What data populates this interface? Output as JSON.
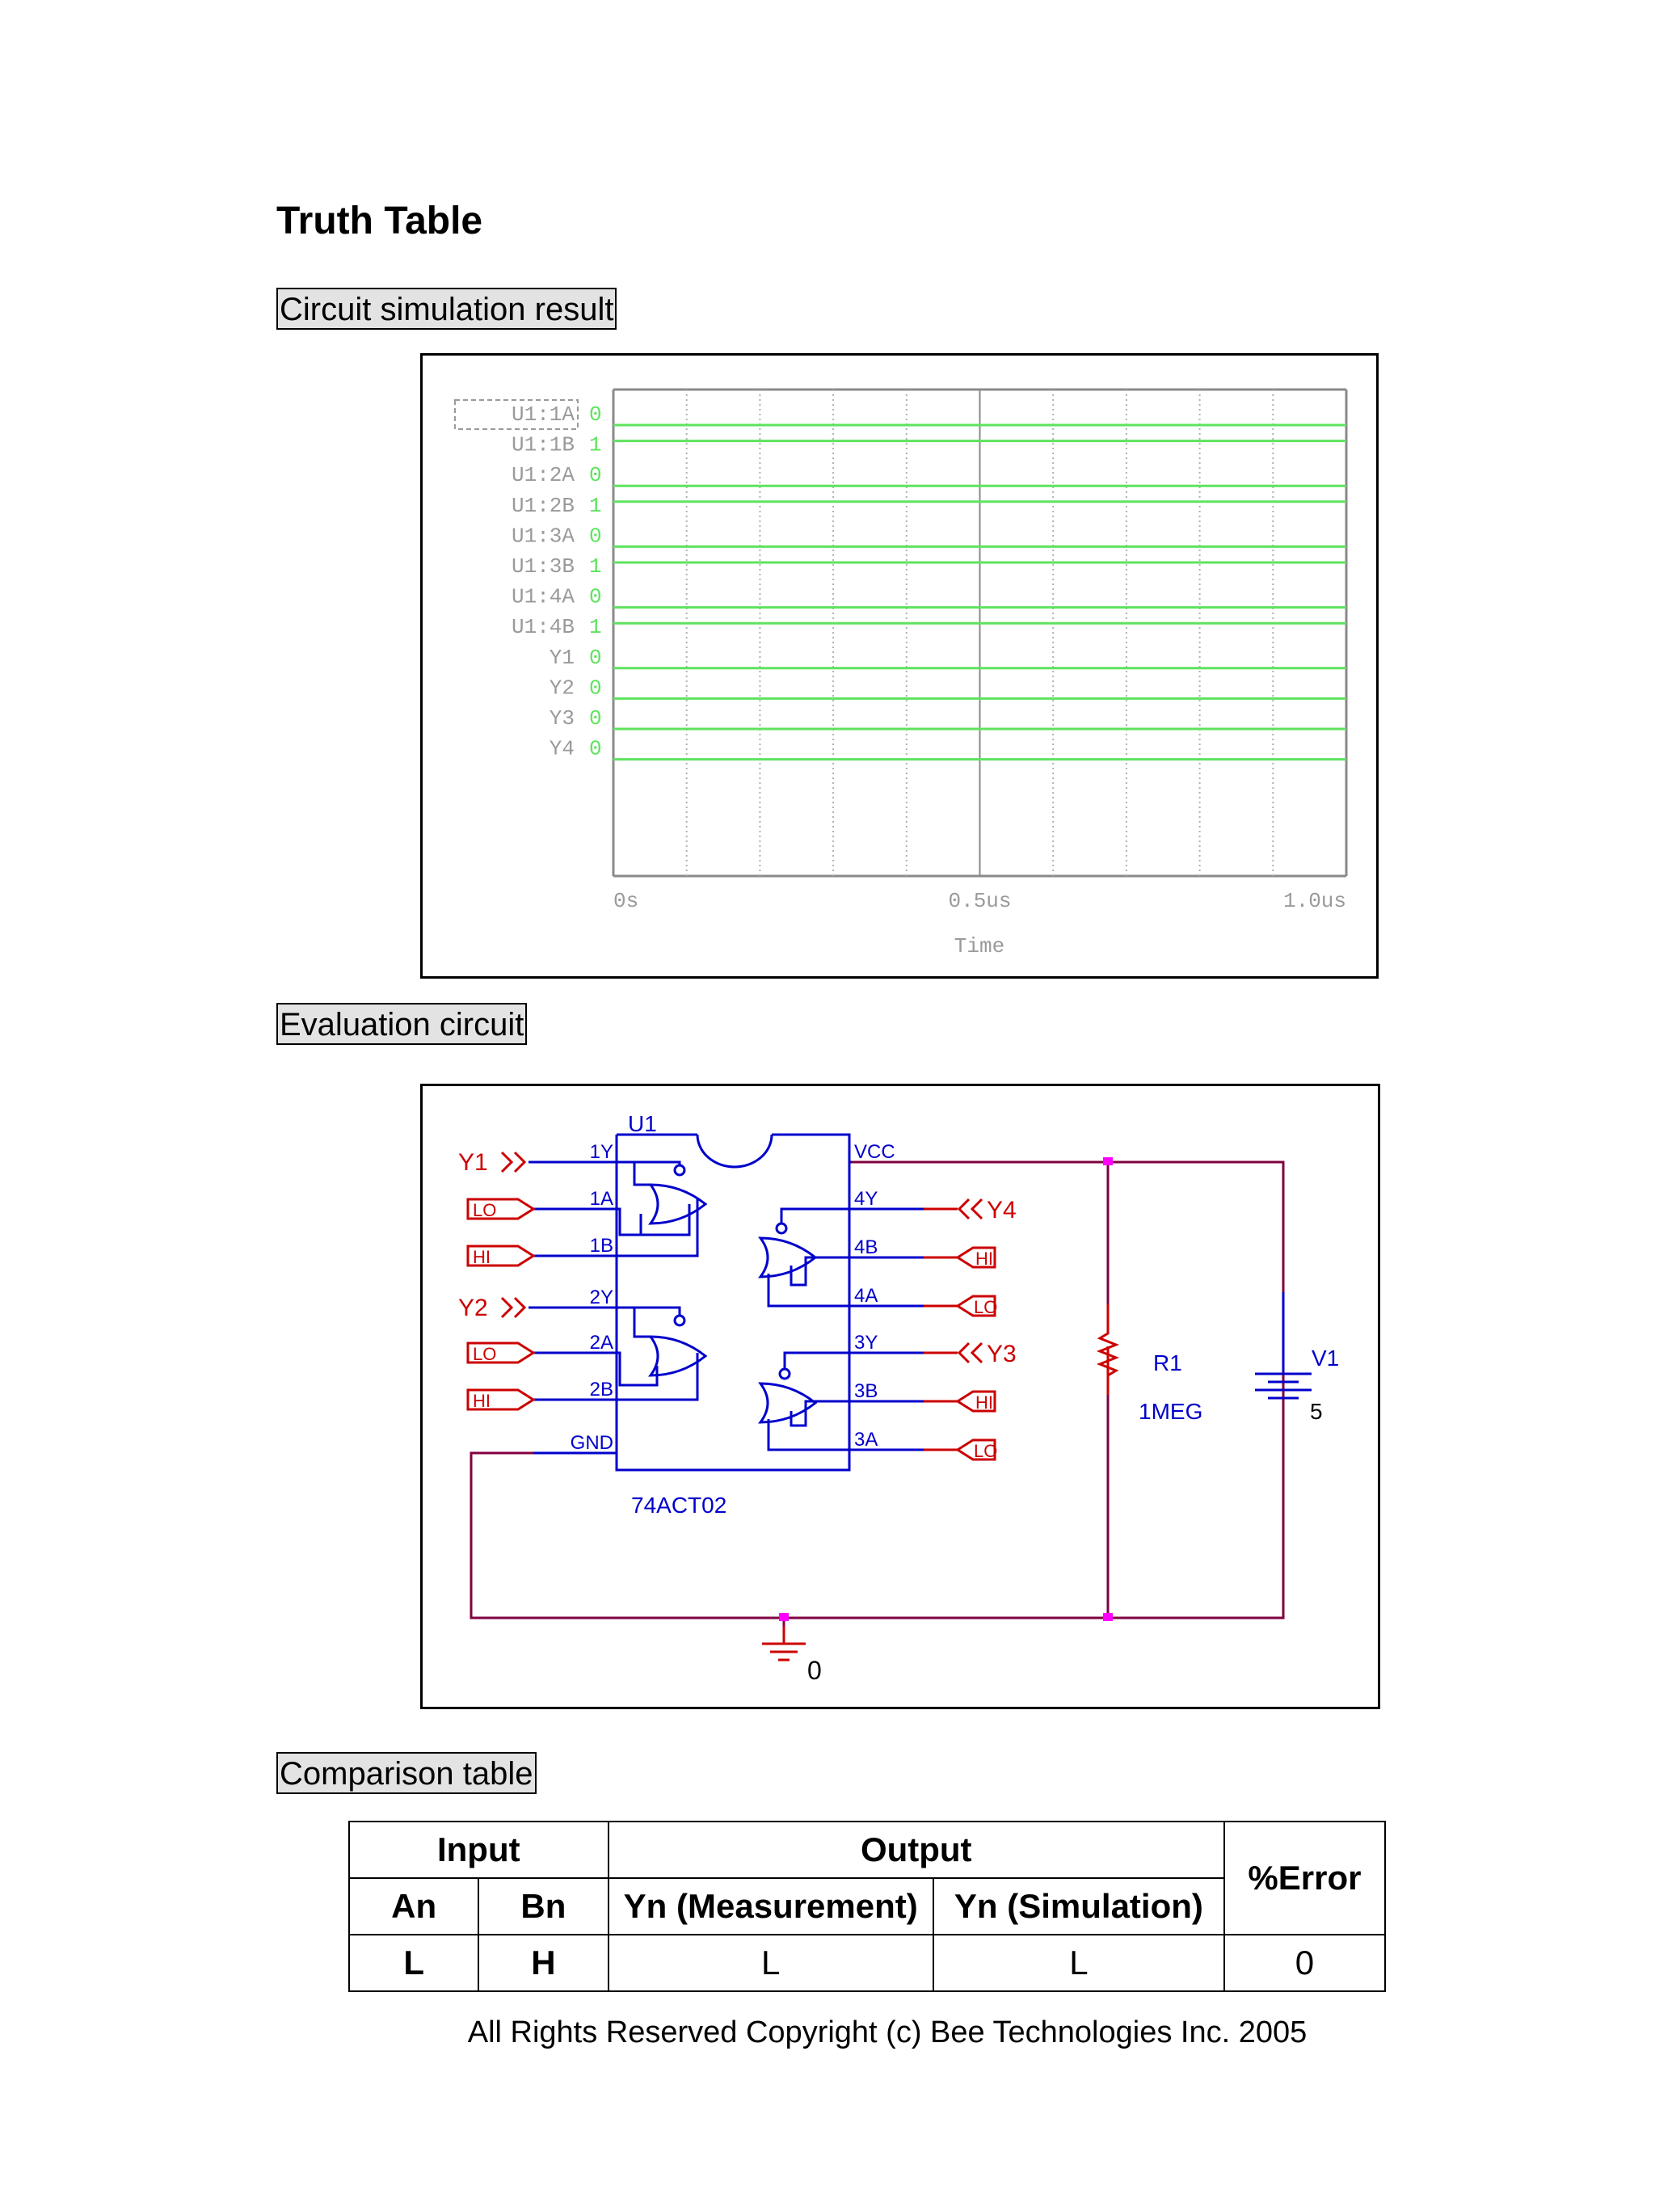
{
  "heading": "Truth Table",
  "sections": {
    "simulation": "Circuit simulation result",
    "evaluation": "Evaluation circuit",
    "comparison": "Comparison table"
  },
  "waveform": {
    "signals": [
      {
        "name": "U1:1A",
        "value": "0"
      },
      {
        "name": "U1:1B",
        "value": "1"
      },
      {
        "name": "U1:2A",
        "value": "0"
      },
      {
        "name": "U1:2B",
        "value": "1"
      },
      {
        "name": "U1:3A",
        "value": "0"
      },
      {
        "name": "U1:3B",
        "value": "1"
      },
      {
        "name": "U1:4A",
        "value": "0"
      },
      {
        "name": "U1:4B",
        "value": "1"
      },
      {
        "name": "Y1",
        "value": "0"
      },
      {
        "name": "Y2",
        "value": "0"
      },
      {
        "name": "Y3",
        "value": "0"
      },
      {
        "name": "Y4",
        "value": "0"
      }
    ],
    "ticks": [
      "0s",
      "0.5us",
      "1.0us"
    ],
    "xlabel": "Time",
    "trace_color": "#5ee35e"
  },
  "circuit": {
    "ic_ref": "U1",
    "ic_part": "74ACT02",
    "left_pins": [
      "1Y",
      "1A",
      "1B",
      "2Y",
      "2A",
      "2B",
      "GND"
    ],
    "right_pins": [
      "VCC",
      "4Y",
      "4B",
      "4A",
      "3Y",
      "3B",
      "3A"
    ],
    "left_ports": [
      "Y1",
      "LO",
      "HI",
      "Y2",
      "LO",
      "HI"
    ],
    "right_ports": [
      "Y4",
      "HI",
      "LO",
      "Y3",
      "HI",
      "LO"
    ],
    "resistor_ref": "R1",
    "resistor_value": "1MEG",
    "source_ref": "V1",
    "source_value": "5",
    "ground_label": "0",
    "colors": {
      "port": "#cc0000",
      "ic": "#0000cc",
      "wire": "#800040",
      "junction": "#ff00ff"
    }
  },
  "comparison": {
    "group_input": "Input",
    "group_output": "Output",
    "error_header": "%Error",
    "col_an": "An",
    "col_bn": "Bn",
    "col_meas": "Yn (Measurement)",
    "col_sim": "Yn (Simulation)",
    "row": {
      "an": "L",
      "bn": "H",
      "meas": "L",
      "sim": "L",
      "error": "0"
    }
  },
  "footer": "All Rights Reserved Copyright (c) Bee Technologies Inc. 2005"
}
